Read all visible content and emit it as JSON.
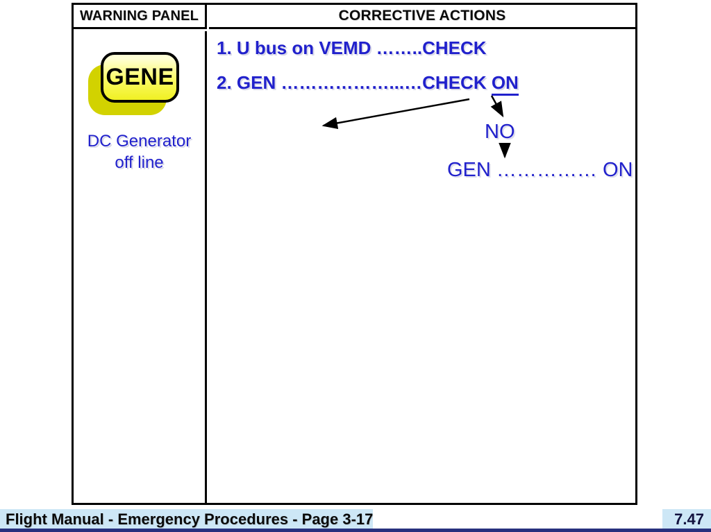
{
  "slide": {
    "table": {
      "headers": {
        "warning_panel": "WARNING PANEL",
        "corrective_actions": "CORRECTIVE ACTIONS"
      },
      "warning_panel": {
        "indicator_label": "GENE",
        "caption_line1": "DC Generator",
        "caption_line2": "off line"
      },
      "corrective_actions": {
        "step1": "1. U bus on VEMD ……..CHECK",
        "step2_text": "2. GEN ………………...…CHECK ",
        "step2_emphasis": "ON",
        "branch_label": "NO",
        "branch_action": "GEN …………… ON"
      },
      "icons": {
        "arrow_left": "arrow-down-left-from-check",
        "arrow_to_no": "arrow-down-right-to-no",
        "arrow_no_to_gen": "arrow-down-no-to-gen"
      }
    },
    "footer": {
      "left_text": "Flight Manual - Emergency Procedures - Page 3-17",
      "page_number": "7.47"
    },
    "colors": {
      "action_text_blue": "#2121cc",
      "footer_bar_blue": "#cde7f6",
      "bottom_strip_navy": "#28317e",
      "indicator_yellow": "#f0f022",
      "indicator_yellow_light": "#ffffd6",
      "indicator_shadow_yellow": "#d2d200",
      "table_border_black": "#000000"
    }
  }
}
